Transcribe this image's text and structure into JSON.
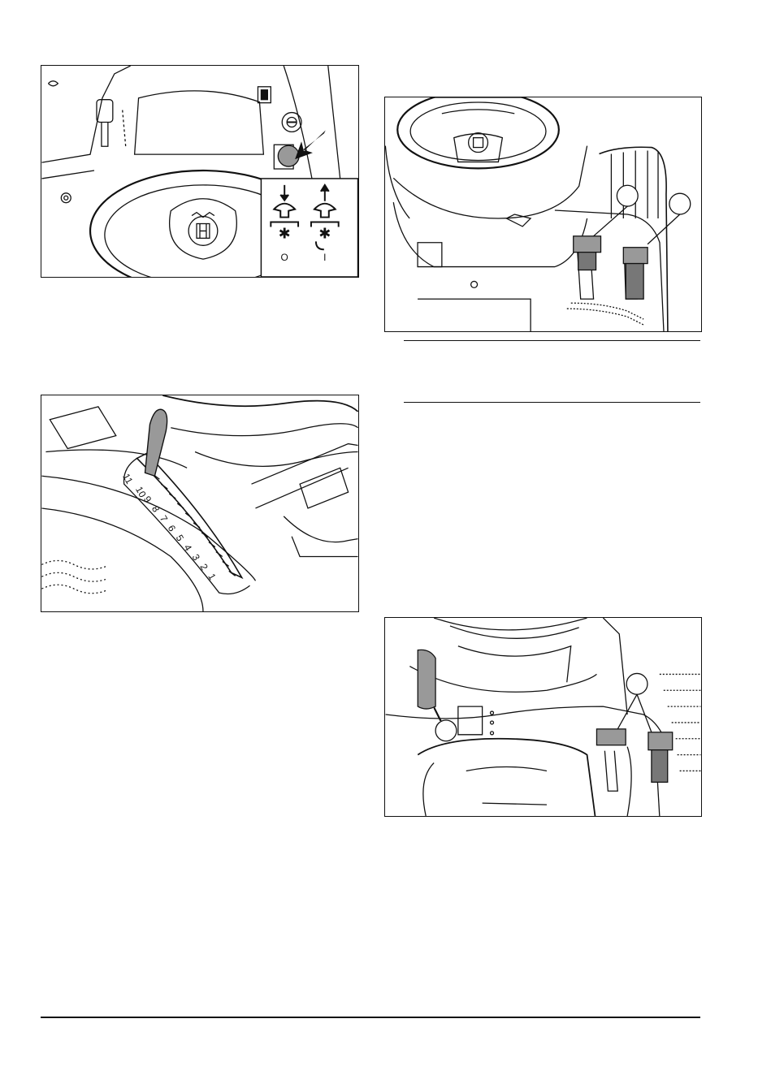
{
  "page": {
    "figures": [
      {
        "name": "ignition-choke-figure",
        "symbols": [
          "O",
          "I"
        ]
      },
      {
        "name": "height-lever-figure",
        "gear_marks": [
          "1",
          "2",
          "3",
          "4",
          "5",
          "6",
          "7",
          "8",
          "9",
          "10",
          "11"
        ]
      },
      {
        "name": "pedals-top-figure",
        "callouts": [
          "",
          ""
        ]
      },
      {
        "name": "pedals-side-figure",
        "callouts": [
          "",
          ""
        ]
      }
    ]
  }
}
